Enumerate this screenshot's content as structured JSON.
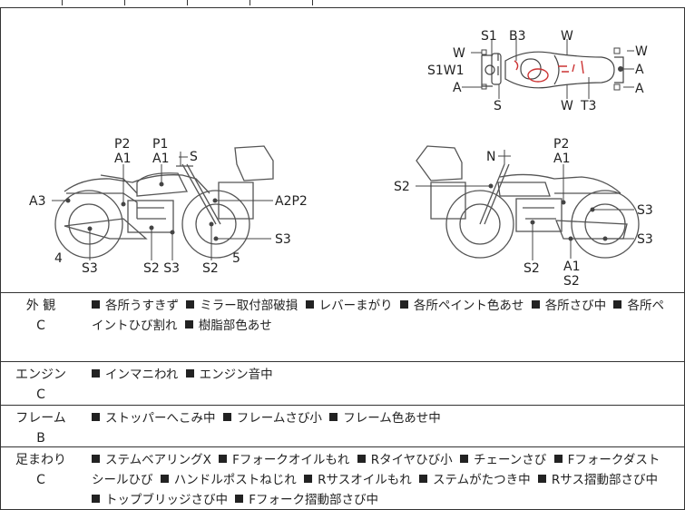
{
  "diagram": {
    "top_view": {
      "S1": "S1",
      "B3": "B3",
      "W_top_mid": "W",
      "W_left_upper": "W",
      "S1W1": "S1W1",
      "A_left": "A",
      "S_bottom": "S",
      "W_bottom_mid": "W",
      "T3": "T3",
      "W_right": "W",
      "A_right_upper": "A",
      "A_right_lower": "A"
    },
    "left_view": {
      "P2": "P2",
      "A1_left": "A1",
      "P1": "P1",
      "A1_right": "A1",
      "S": "S",
      "A3": "A3",
      "A2P2": "A2P2",
      "num4": "4",
      "S3_a": "S3",
      "S2S3": "S2 S3",
      "S2_b": "S2",
      "num5": "5",
      "S3_b": "S3"
    },
    "right_view": {
      "N": "N",
      "P2": "P2",
      "A1": "A1",
      "S2_left": "S2",
      "S3_a": "S3",
      "S3_b": "S3",
      "S2_c": "S2",
      "A1_b": "A1",
      "S2_d": "S2"
    }
  },
  "sections": [
    {
      "name": "外 観",
      "grade": "C",
      "items": [
        "各所うすきず",
        "ミラー取付部破損",
        "レバーまがり",
        "各所ペイント色あせ",
        "各所さび中",
        "各所ペイントひび割れ",
        "樹脂部色あせ"
      ]
    },
    {
      "name": "エンジン",
      "grade": "C",
      "items": [
        "インマニわれ",
        "エンジン音中"
      ]
    },
    {
      "name": "フレーム",
      "grade": "B",
      "items": [
        "ストッパーへこみ中",
        "フレームさび小",
        "フレーム色あせ中"
      ]
    },
    {
      "name": "足まわり",
      "grade": "C",
      "items": [
        "ステムベアリングX",
        "Fフォークオイルもれ",
        "Rタイヤひび小",
        "チェーンさび",
        "Fフォークダストシールひび",
        "ハンドルポストねじれ",
        "Rサスオイルもれ",
        "ステムがたつき中",
        "Rサス摺動部さび中",
        "トップブリッジさび中",
        "Fフォーク摺動部さび中"
      ]
    }
  ]
}
